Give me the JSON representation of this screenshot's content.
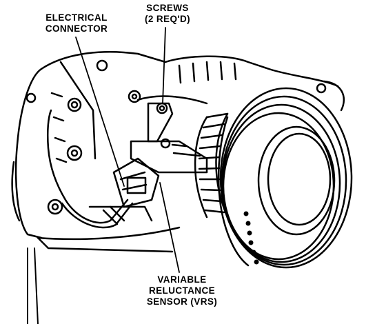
{
  "labels": {
    "electrical_connector": [
      "ELECTRICAL",
      "CONNECTOR"
    ],
    "screws": [
      "SCREWS",
      "(2 REQ'D)"
    ],
    "vrs": [
      "VARIABLE",
      "RELUCTANCE",
      "SENSOR (VRS)"
    ]
  },
  "colors": {
    "ink": "#000000",
    "paper": "#ffffff"
  }
}
